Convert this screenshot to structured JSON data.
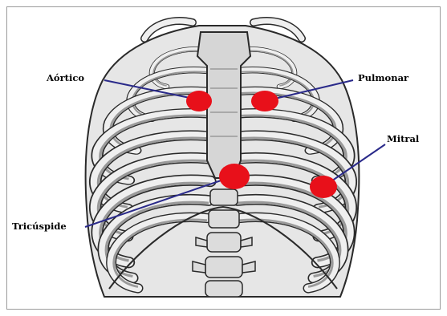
{
  "labels": {
    "aortic": "Aórtico",
    "pulmonary": "Pulmonar",
    "mitral": "Mitral",
    "tricuspid": "Tricúspide"
  },
  "colors": {
    "marker": "#e8101a",
    "leader": "#2a2a8a",
    "bone": "#f2f2f2",
    "shadow": "#8c8c8c",
    "outline": "#2a2a2a"
  }
}
